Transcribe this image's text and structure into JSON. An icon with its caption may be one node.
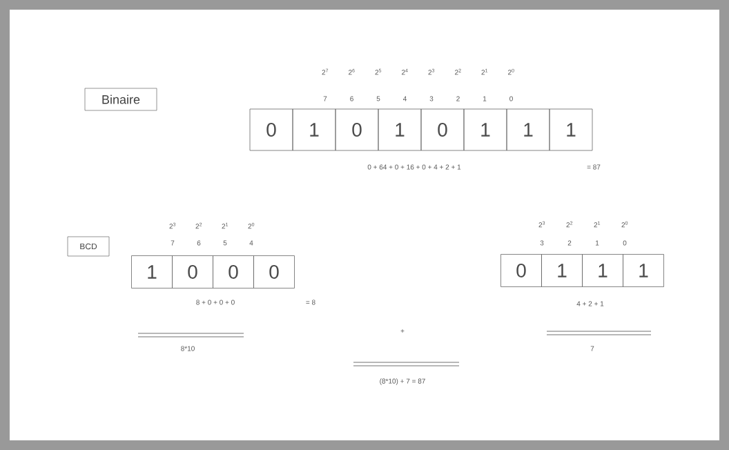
{
  "diagram": {
    "nodes": [
      {
        "text": [
          "Binaire"
        ]
      },
      {
        "text": [
          "0"
        ]
      },
      {
        "text": [
          "1"
        ]
      },
      {
        "text": [
          "0"
        ]
      },
      {
        "text": [
          "1"
        ]
      },
      {
        "text": [
          "0"
        ]
      },
      {
        "text": [
          "1"
        ]
      },
      {
        "text": [
          "1"
        ]
      },
      {
        "text": [
          "1"
        ]
      },
      {
        "text": [
          "BCD"
        ]
      },
      {
        "text": [
          "1"
        ]
      },
      {
        "text": [
          "0"
        ]
      },
      {
        "text": [
          "0"
        ]
      },
      {
        "text": [
          "0"
        ]
      },
      {
        "text": [
          "0"
        ]
      },
      {
        "text": [
          "1"
        ]
      },
      {
        "text": [
          "1"
        ]
      },
      {
        "text": [
          "1"
        ]
      }
    ],
    "labels": [
      "2$^{7}$",
      "2$^{6}$",
      "2$^{5}$",
      "2$^{4}$",
      "2$^{3}$",
      "2$^{2}$",
      "2$^{1}$",
      "2$^{0}$",
      "7",
      "6",
      "5",
      "4",
      "3",
      "2",
      "1",
      "0",
      "0 + 64 + 0 + 16 + 0 + 4 + 2 + 1",
      "= 87",
      "2$^{3}$",
      "2$^{2}$",
      "2$^{1}$",
      "2$^{0}$",
      "7",
      "6",
      "5",
      "4",
      "8 + 0 + 0 + 0",
      "= 8",
      "2$^{3}$",
      "2$^{2}$",
      "2$^{1}$",
      "2$^{0}$",
      "3",
      "2",
      "1",
      "0",
      "4 + 2 + 1",
      "8*10",
      "+",
      "7",
      "(8*10) + 7 = 87"
    ]
  }
}
